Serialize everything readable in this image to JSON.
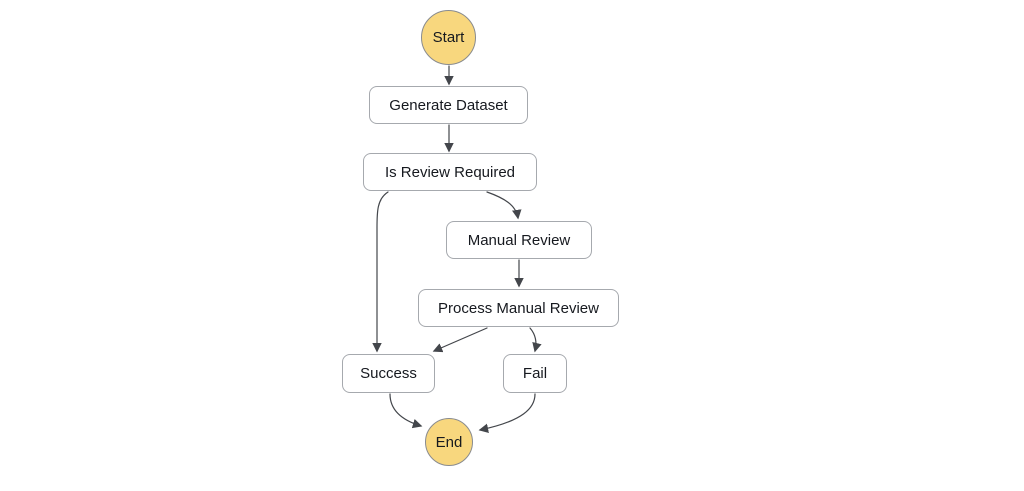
{
  "diagram": {
    "kind": "workflow-flowchart",
    "background_color": "#ffffff",
    "colors": {
      "terminal_node_fill": "#f8d77e",
      "terminal_node_border": "#898b8e",
      "state_box_fill": "#ffffff",
      "state_box_border": "#a6a9ae",
      "edge_stroke": "#43464b",
      "text": "#16191f"
    },
    "nodes": {
      "start": {
        "label": "Start",
        "shape": "circle"
      },
      "generate_dataset": {
        "label": "Generate Dataset",
        "shape": "rect"
      },
      "is_review_required": {
        "label": "Is Review Required",
        "shape": "rect"
      },
      "manual_review": {
        "label": "Manual Review",
        "shape": "rect"
      },
      "process_manual_review": {
        "label": "Process Manual Review",
        "shape": "rect"
      },
      "success": {
        "label": "Success",
        "shape": "rect"
      },
      "fail": {
        "label": "Fail",
        "shape": "rect"
      },
      "end": {
        "label": "End",
        "shape": "circle"
      }
    },
    "edges": [
      {
        "from": "start",
        "to": "generate_dataset"
      },
      {
        "from": "generate_dataset",
        "to": "is_review_required"
      },
      {
        "from": "is_review_required",
        "to": "manual_review"
      },
      {
        "from": "is_review_required",
        "to": "success"
      },
      {
        "from": "manual_review",
        "to": "process_manual_review"
      },
      {
        "from": "process_manual_review",
        "to": "success"
      },
      {
        "from": "process_manual_review",
        "to": "fail"
      },
      {
        "from": "success",
        "to": "end"
      },
      {
        "from": "fail",
        "to": "end"
      }
    ]
  }
}
